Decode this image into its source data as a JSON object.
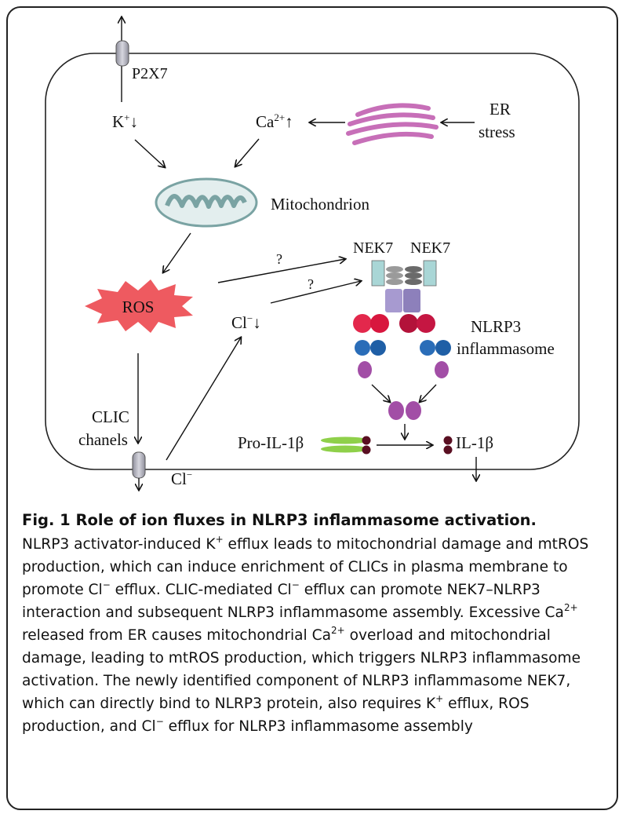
{
  "diagram": {
    "labels": {
      "p2x7": "P2X7",
      "k": "K",
      "k_sup": "+",
      "k_arrow": "↓",
      "ca": "Ca",
      "ca_sup": "2+",
      "ca_arrow": "↑",
      "er_line1": "ER",
      "er_line2": "stress",
      "mitochondrion": "Mitochondrion",
      "ros": "ROS",
      "nek7_left": "NEK7",
      "nek7_right": "NEK7",
      "question1": "?",
      "question2": "?",
      "cl_mid": "Cl",
      "cl_mid_sup": "−",
      "cl_mid_arrow": "↓",
      "nlrp3_line1": "NLRP3",
      "nlrp3_line2": "inflammasome",
      "clic_line1": "CLIC",
      "clic_line2": "chanels",
      "cl_bottom": "Cl",
      "cl_bottom_sup": "−",
      "pro_il1b": "Pro-IL-1β",
      "il1b": "IL-1β"
    },
    "colors": {
      "er": "#c76fb8",
      "mito_fill": "#e3eeee",
      "mito_edge": "#7aa3a3",
      "ros": "#ee5a60",
      "nek7": "#a9d6d6",
      "asc_grey": "#7c7c7c",
      "nacht": "#9f93c4",
      "pyd_red": "#d8163e",
      "card_blue": "#1f5fa6",
      "casp1": "#a24ea6",
      "pro_il1b": "#8fd04a",
      "il1b": "#5a0f22",
      "channel": "#b8b8c2"
    }
  },
  "caption": {
    "title": "Fig. 1 Role of ion fluxes in NLRP3 inflammasome activation.",
    "p1": "NLRP3 activator-induced K",
    "s1": "+",
    "p2": " efflux leads to mitochondrial damage and mtROS production, which can induce enrichment of CLICs in plasma membrane to promote Cl",
    "s2": "−",
    "p3": " efflux. CLIC-mediated Cl",
    "s3": "−",
    "p4": " efflux can promote NEK7–NLRP3 interaction and subsequent NLRP3 inflammasome assembly. Excessive Ca",
    "s4": "2+",
    "p5": " released from ER causes mitochondrial Ca",
    "s5": "2+",
    "p6": " overload and mitochondrial damage, leading to mtROS production, which triggers NLRP3 inflammasome activation. The newly identified component of NLRP3 inflammasome NEK7, which can directly bind to NLRP3 protein, also requires K",
    "s6": "+",
    "p7": " efflux, ROS production, and Cl",
    "s7": "−",
    "p8": " efflux for NLRP3 inflammasome assembly"
  }
}
